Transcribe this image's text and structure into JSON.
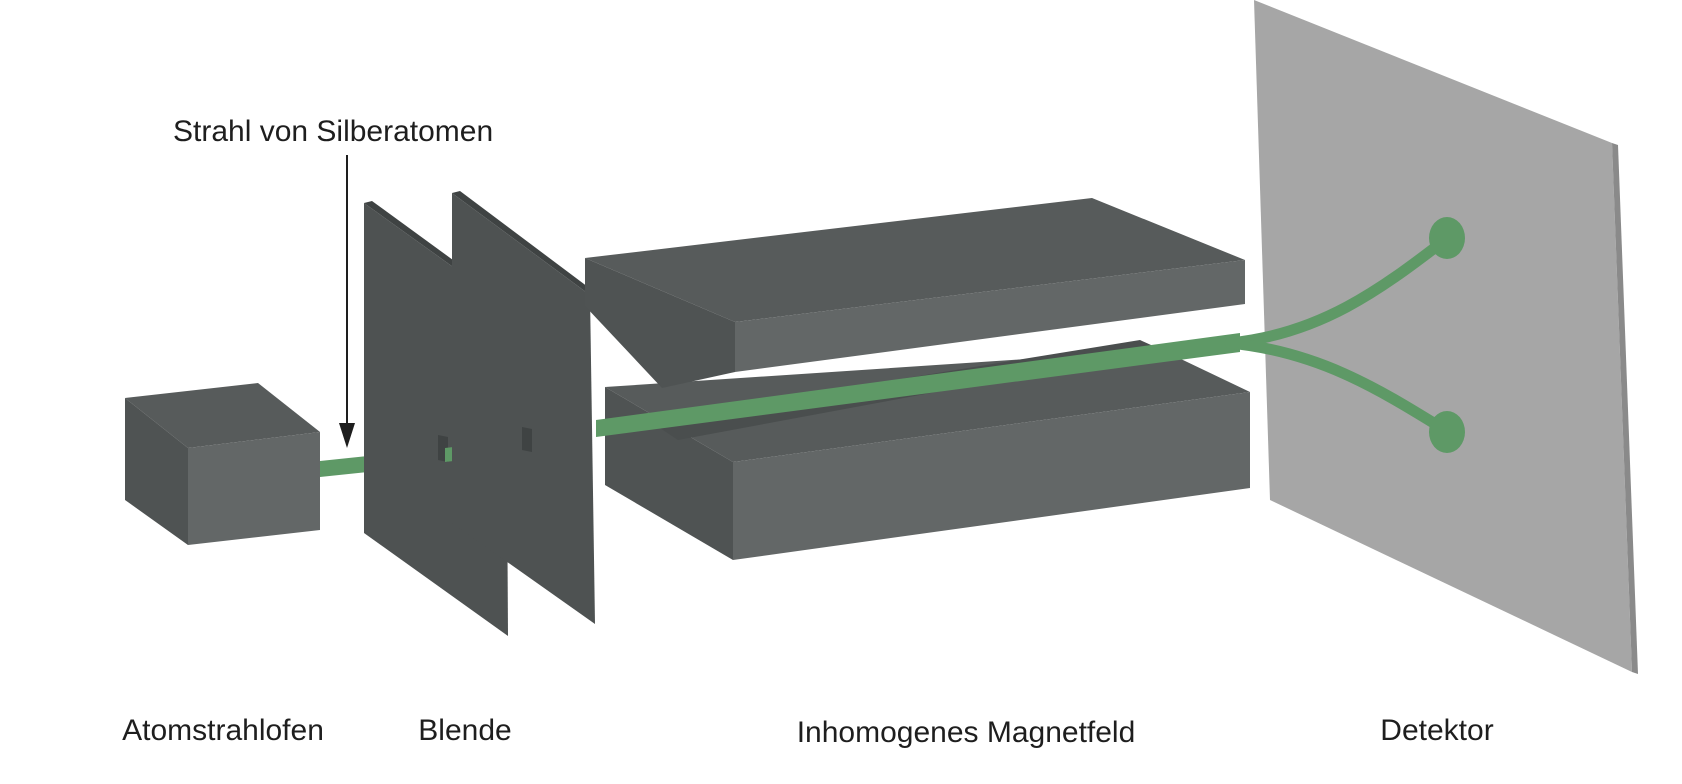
{
  "labels": {
    "beam": "Strahl von Silberatomen",
    "oven": "Atomstrahlofen",
    "aperture": "Blende",
    "magnet": "Inhomogenes Magnetfeld",
    "detector": "Detektor"
  },
  "colors": {
    "beam": "#5e9966",
    "dark_front": "#636767",
    "dark_side": "#4f5353",
    "dark_top": "#575b5b",
    "plate": "#4e5252",
    "plate_edge": "#3f4343",
    "detector": "#a6a6a6",
    "detector_edge": "#8a8a8a",
    "text": "#1e1e1e"
  }
}
